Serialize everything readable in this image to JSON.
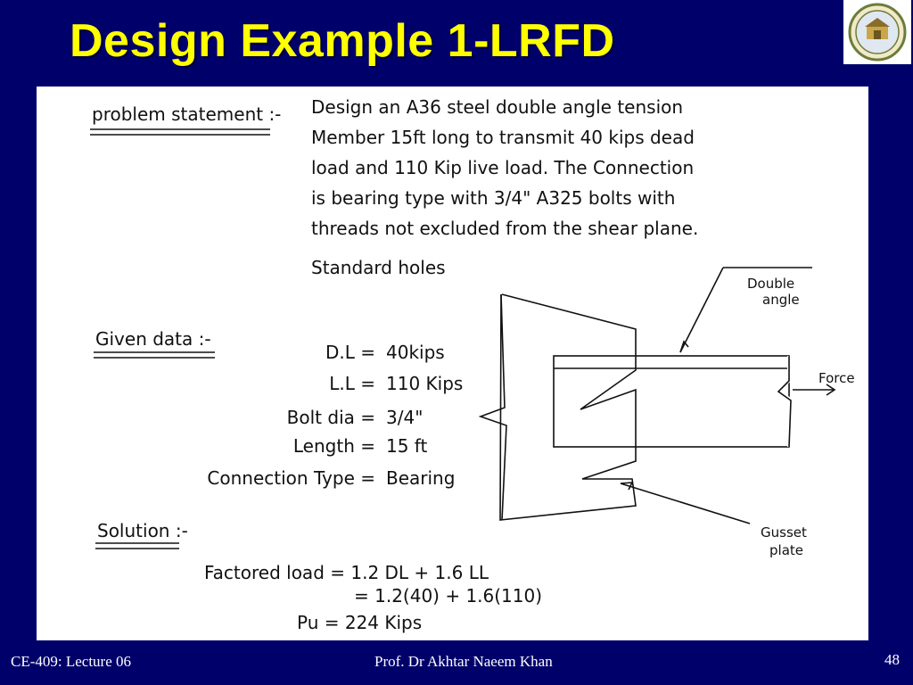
{
  "slide": {
    "title": "Design Example 1-LRFD"
  },
  "notes": {
    "problem_heading": "problem statement :-",
    "problem_lines": [
      "Design   an   A36   steel double angle tension",
      "Member  15ft  long  to  transmit  40 kips dead",
      "load and  110 Kip  live load. The  Connection",
      "is bearing type with 3/4\" A325 bolts with",
      "threads not excluded from the shear plane.",
      "Standard holes"
    ],
    "given_heading": "Given data :-",
    "given_rows": [
      {
        "label": "D.L =",
        "value": "40kips"
      },
      {
        "label": "L.L =",
        "value": "110 Kips"
      },
      {
        "label": "Bolt dia =",
        "value": "3/4\""
      },
      {
        "label": "Length =",
        "value": "15 ft"
      },
      {
        "label": "Connection Type =",
        "value": "Bearing"
      }
    ],
    "solution_heading": "Solution :-",
    "solution_lines": [
      "Factored load =  1.2 DL + 1.6 LL",
      "=  1.2(40) + 1.6(110)",
      "Pu  =  224 Kips"
    ],
    "diagram": {
      "label_double_angle_1": "Double",
      "label_double_angle_2": "angle",
      "label_force": "Force",
      "label_gusset_1": "Gusset",
      "label_gusset_2": "plate"
    }
  },
  "footer": {
    "course": "CE-409: Lecture 06",
    "author": "Prof. Dr Akhtar Naeem Khan",
    "page": "48"
  }
}
